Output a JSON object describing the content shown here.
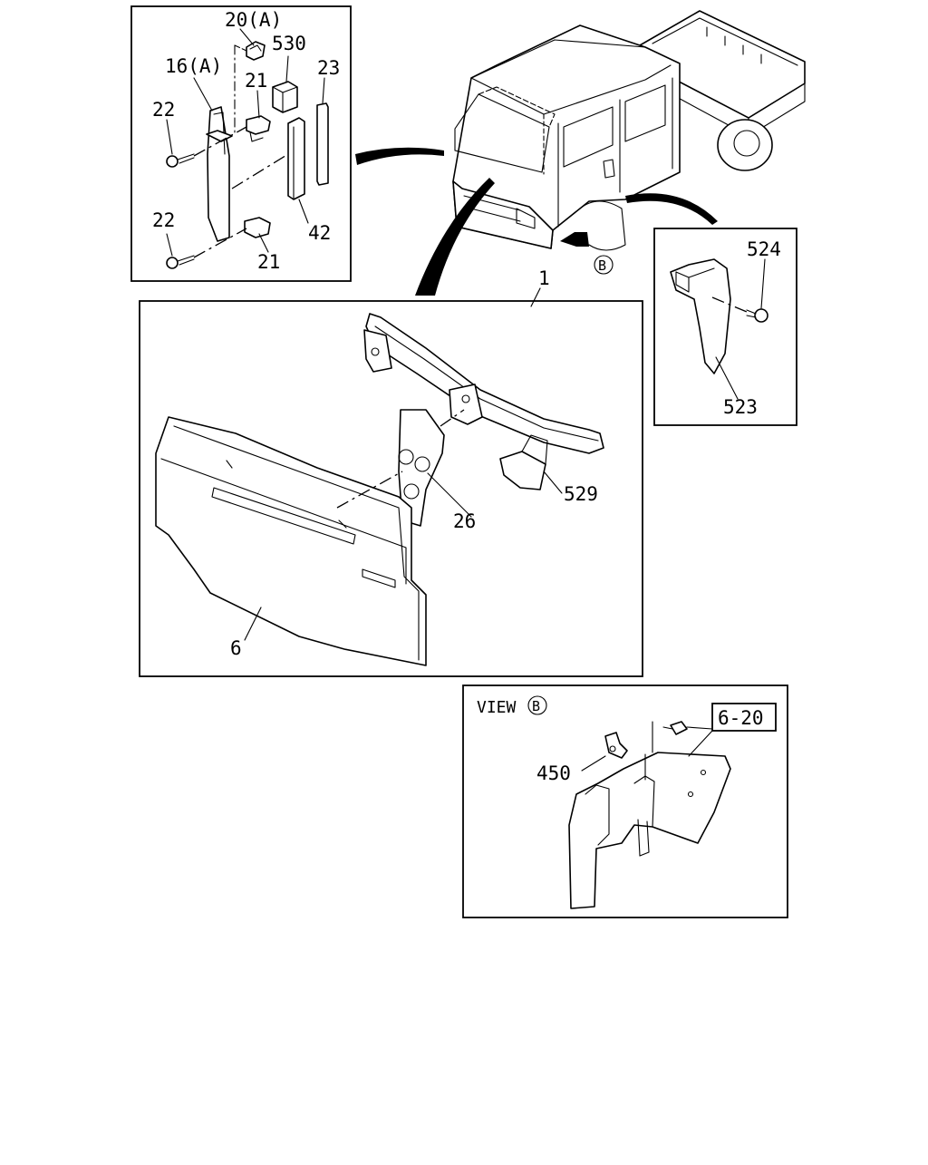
{
  "callouts": {
    "c20a": "20(A)",
    "c530": "530",
    "c16a": "16(A)",
    "c21top": "21",
    "c23": "23",
    "c22top": "22",
    "c22bot": "22",
    "c42": "42",
    "c21bot": "21",
    "c1": "1",
    "c524": "524",
    "c523": "523",
    "c529": "529",
    "c26": "26",
    "c6": "6",
    "c450": "450",
    "c620": "6-20",
    "view_word": "VIEW",
    "view_b": "B",
    "truck_b": "B"
  }
}
